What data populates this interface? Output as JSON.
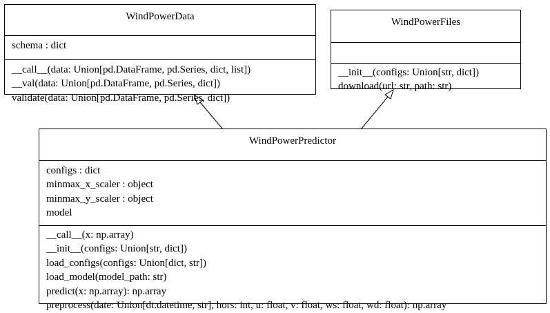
{
  "classes": {
    "wind_power_data": {
      "name": "WindPowerData",
      "attributes": [
        "schema : dict"
      ],
      "operations": [
        "__call__(data: Union[pd.DataFrame, pd.Series, dict, list])",
        "__val(data: Union[pd.DataFrame, pd.Series, dict])",
        "validate(data: Union[pd.DataFrame, pd.Series, dict])"
      ]
    },
    "wind_power_files": {
      "name": "WindPowerFiles",
      "attributes": [],
      "operations": [
        "__init__(configs: Union[str, dict])",
        "download(url: str, path: str)"
      ]
    },
    "wind_power_predictor": {
      "name": "WindPowerPredictor",
      "attributes": [
        "configs : dict",
        "minmax_x_scaler : object",
        "minmax_y_scaler : object",
        "model"
      ],
      "operations": [
        "__call__(x: np.array)",
        "__init__(configs: Union[str, dict])",
        "load_configs(configs: Union[dict, str])",
        "load_model(model_path: str)",
        "predict(x: np.array): np.array",
        "preprocess(date: Union[dt.datetime, str], hors: int, u: float, v: float, ws: float, wd: float): np.array"
      ]
    }
  },
  "relations": [
    {
      "type": "generalization",
      "from": "WindPowerPredictor",
      "to": "WindPowerData"
    },
    {
      "type": "generalization",
      "from": "WindPowerPredictor",
      "to": "WindPowerFiles"
    }
  ]
}
